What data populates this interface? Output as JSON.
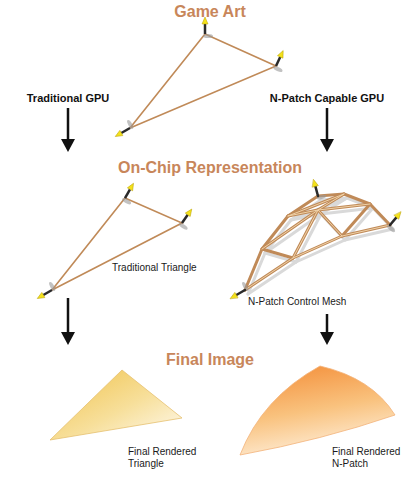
{
  "diagram": {
    "nodes": [
      {
        "text": [
          "Game Art"
        ]
      },
      {
        "text": [
          "Traditional Triangle"
        ]
      },
      {
        "text": [
          "N-Patch Control Mesh"
        ]
      },
      {
        "text": [
          "Final Rendered Triangle"
        ]
      },
      {
        "text": [
          "Final Rendered N-Patch"
        ]
      }
    ],
    "edges": [
      {
        "from": 0,
        "to": 1,
        "arrow": "to",
        "label": "Traditional GPU"
      },
      {
        "from": 0,
        "to": 2,
        "arrow": "to",
        "label": "N-Patch Capable GPU"
      },
      {
        "from": 1,
        "to": 3,
        "arrow": "to"
      },
      {
        "from": 2,
        "to": 4,
        "arrow": "to"
      }
    ],
    "labels": [
      "On-Chip Representation",
      "Final Image"
    ]
  }
}
